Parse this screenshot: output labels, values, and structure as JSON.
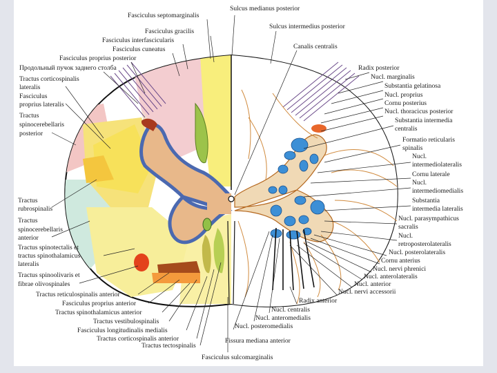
{
  "left_labels": [
    "Fasciculus septomarginalis",
    "Fasciculus gracilis",
    "Fasciculus interfascicularis",
    "Fasciculus cuneatus",
    "Fasciculus proprius posterior",
    "Продольный пучок заднего столба",
    "Tractus corticospinalis",
    "lateralis",
    "Fasciculus",
    "proprius lateralis",
    "Tractus",
    "spinocerebellaris",
    "posterior",
    "Tractus",
    "rubrospinalis",
    "Tractus",
    "spinocerebellaris",
    "anterior",
    "Tractus spinotectalis et",
    "tractus spinothalamicus",
    "lateralis",
    "Tractus spinoolivaris et",
    "fibrae olivospinales"
  ],
  "bottom_labels": [
    "Tractus reticulospinalis anterior",
    "Fasciculus proprius anterior",
    "Tractus spinothalamicus anterior",
    "Tractus vestibulospinalis",
    "Fasciculus longitudinalis medialis",
    "Tractus corticospinalis anterior",
    "Tractus tectospinalis",
    "Fasciculus sulcomarginalis",
    "Fissura mediana anterior",
    "Nucl. posteromedialis",
    "Nucl. anteromedialis",
    "Nucl. centralis",
    "Radix anterior"
  ],
  "top_labels": [
    "Sulcus medianus posterior",
    "Sulcus intermedius posterior",
    "Canalis centralis"
  ],
  "right_labels": [
    "Radix posterior",
    "Nucl. marginalis",
    "Substantia gelatinosa",
    "Nucl. proprius",
    "Cornu posterius",
    "Nucl. thoracicus posterior",
    "Substantia intermedia",
    "centralis",
    "Formatio reticularis",
    "spinalis",
    "Nucl.",
    "intermediolateralis",
    "Cornu laterale",
    "Nucl.",
    "intermediomedialis",
    "Substantia",
    "intermedia lateralis",
    "Nucl. parasympathicus",
    "sacralis",
    "Nucl.",
    "retroposterolateralis",
    "Nucl. posterolateralis",
    "Cornu anterius",
    "Nucl. nervi phrenici",
    "Nucl. anterolateralis",
    "Nucl. anterior",
    "Nucl. nervi accessorii"
  ]
}
